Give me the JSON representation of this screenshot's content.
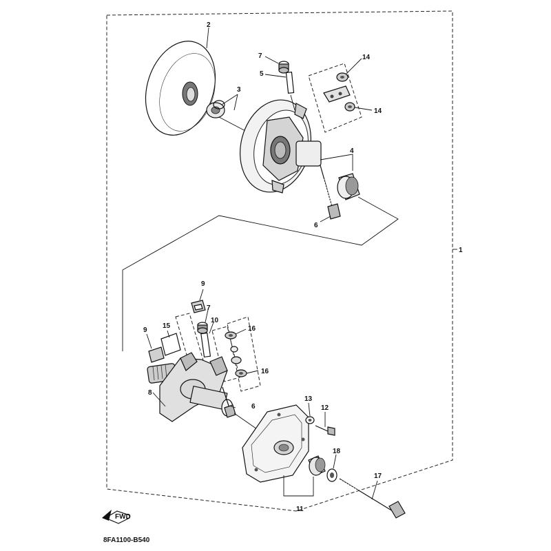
{
  "drawing_code": "8FA1100-B540",
  "fwd_label": "FWD",
  "callouts": {
    "c1": "1",
    "c2": "2",
    "c3": "3",
    "c4": "4",
    "c5": "5",
    "c6a": "6",
    "c6b": "6",
    "c7a": "7",
    "c7b": "7",
    "c8": "8",
    "c9a": "9",
    "c9b": "9",
    "c10": "10",
    "c11": "11",
    "c12": "12",
    "c13": "13",
    "c14a": "14",
    "c14b": "14",
    "c15": "15",
    "c16a": "16",
    "c16b": "16",
    "c17": "17",
    "c18": "18"
  }
}
